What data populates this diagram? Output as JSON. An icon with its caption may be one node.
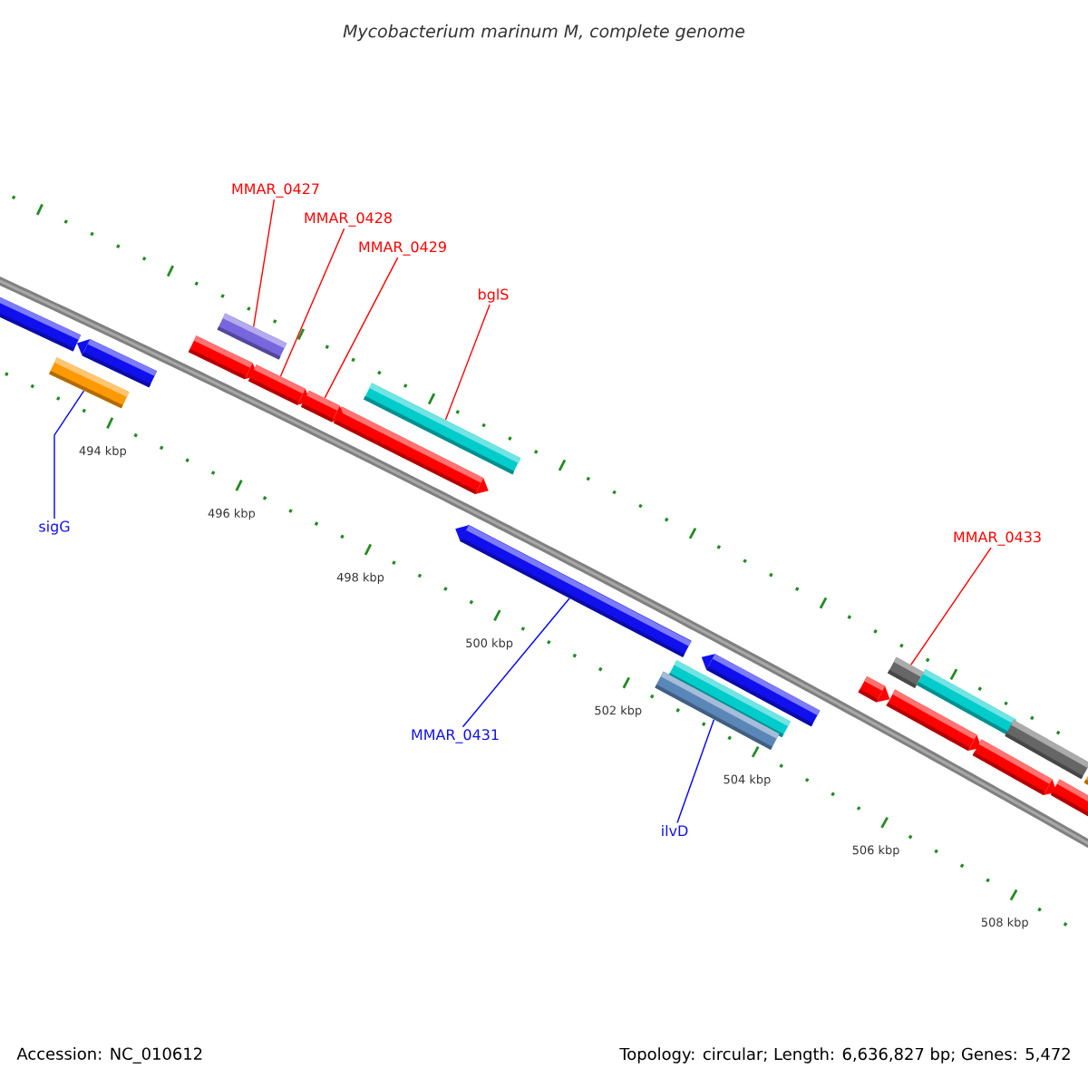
{
  "diagram": {
    "title": "Mycobacterium marinum M, complete genome",
    "nodes": [
      {
        "text": [
          "MMAR_0427"
        ]
      },
      {
        "text": [
          "MMAR_0428"
        ]
      },
      {
        "text": [
          "MMAR_0429"
        ]
      },
      {
        "text": [
          "bglS"
        ]
      },
      {
        "text": [
          "sigG"
        ]
      },
      {
        "text": [
          "MMAR_0433"
        ]
      },
      {
        "text": [
          "MMAR_0431"
        ]
      },
      {
        "text": [
          "ilvD"
        ]
      },
      {
        "text": [],
        "shape": "bar"
      },
      {
        "text": [],
        "shape": "bar"
      },
      {
        "text": [],
        "shape": "pentagon"
      },
      {
        "text": [],
        "shape": "pentagon"
      },
      {
        "text": [],
        "shape": "bar"
      },
      {
        "text": [],
        "shape": "pentagon"
      },
      {
        "text": [],
        "shape": "bar"
      },
      {
        "text": [],
        "shape": "bar"
      }
    ],
    "edges": [
      {
        "from": 0,
        "to": 9,
        "arrow": "none"
      },
      {
        "from": 1,
        "to": 10,
        "arrow": "none"
      },
      {
        "from": 2,
        "to": 11,
        "arrow": "none"
      },
      {
        "from": 3,
        "to": 12,
        "arrow": "none"
      },
      {
        "from": 4,
        "to": 8,
        "arrow": "none",
        "color": "#0000ff"
      },
      {
        "from": 5,
        "to": 15,
        "arrow": "none"
      },
      {
        "from": 6,
        "to": 13,
        "arrow": "none",
        "color": "#0000ff"
      },
      {
        "from": 7,
        "to": 14,
        "arrow": "none",
        "color": "#0000ff"
      }
    ],
    "labels": [
      "494 kbp",
      "496 kbp",
      "498 kbp",
      "500 kbp",
      "502 kbp",
      "504 kbp",
      "506 kbp",
      "508 kbp",
      "Accession: NC_010612",
      "Topology: circular; Length: 6,636,827 bp; Genes: 5,472"
    ]
  }
}
